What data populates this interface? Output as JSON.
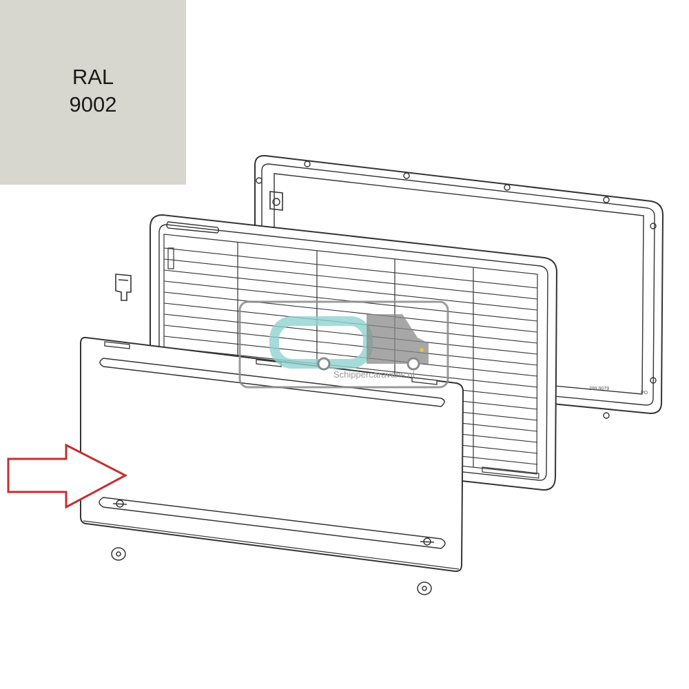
{
  "swatch": {
    "line1": "RAL",
    "line2": "9002",
    "color": "#d7d7cf"
  },
  "watermark": {
    "text": "Schippercaravans.nl",
    "teal": "#8fd3cf",
    "grey": "#8a8a8a"
  },
  "part_labels": {
    "frame_code": "299 9079",
    "frame_mark": "PO"
  },
  "arrow": {
    "color": "#c42f2f",
    "icon": "right-arrow-icon"
  }
}
